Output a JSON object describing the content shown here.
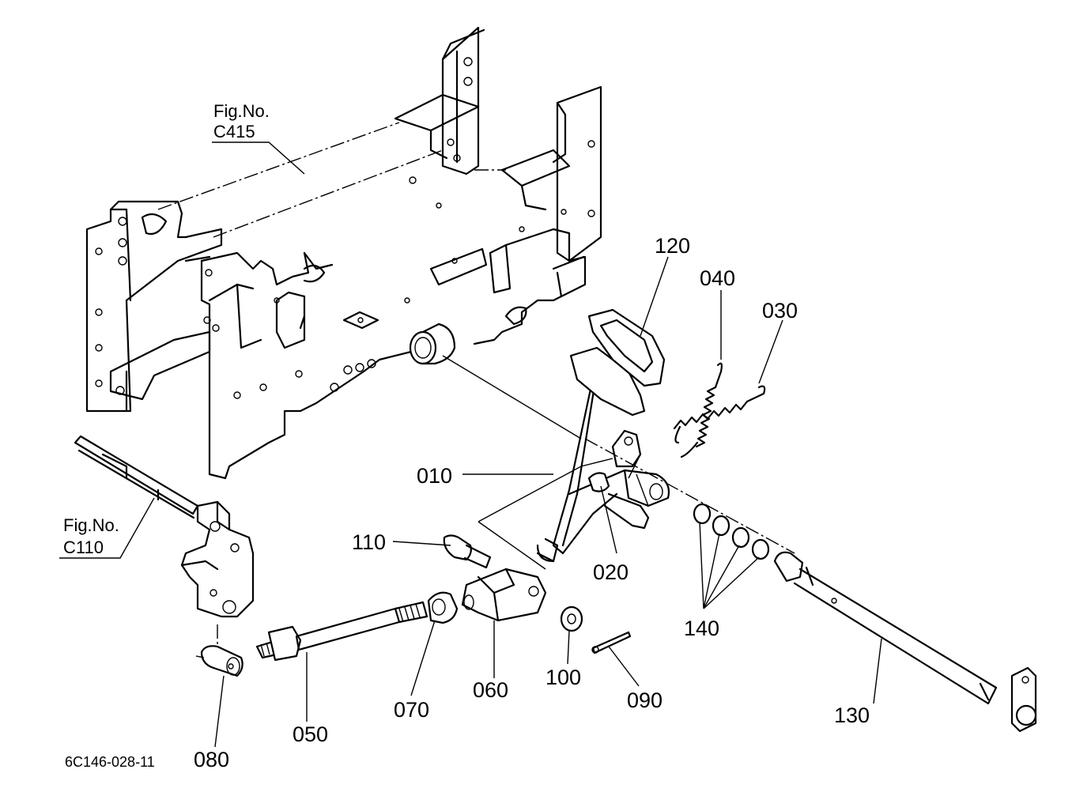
{
  "figure_refs": [
    {
      "id": "ref-c415",
      "line1": "Fig.No.",
      "line2": "C415"
    },
    {
      "id": "ref-c110",
      "line1": "Fig.No.",
      "line2": "C110"
    }
  ],
  "parts": [
    {
      "id": "010",
      "label": "010",
      "name": "pedal-arm"
    },
    {
      "id": "020",
      "label": "020",
      "name": "pedal-pin"
    },
    {
      "id": "030",
      "label": "030",
      "name": "spring-long"
    },
    {
      "id": "040",
      "label": "040",
      "name": "spring-short"
    },
    {
      "id": "050",
      "label": "050",
      "name": "threaded-rod"
    },
    {
      "id": "060",
      "label": "060",
      "name": "yoke"
    },
    {
      "id": "070",
      "label": "070",
      "name": "lock-nut"
    },
    {
      "id": "080",
      "label": "080",
      "name": "pin-bushing"
    },
    {
      "id": "090",
      "label": "090",
      "name": "cotter-pin"
    },
    {
      "id": "100",
      "label": "100",
      "name": "washer"
    },
    {
      "id": "110",
      "label": "110",
      "name": "clevis-pin"
    },
    {
      "id": "120",
      "label": "120",
      "name": "pedal-pad"
    },
    {
      "id": "130",
      "label": "130",
      "name": "cross-shaft"
    },
    {
      "id": "140",
      "label": "140",
      "name": "shims"
    }
  ],
  "drawing_code": "6C146-028-11"
}
